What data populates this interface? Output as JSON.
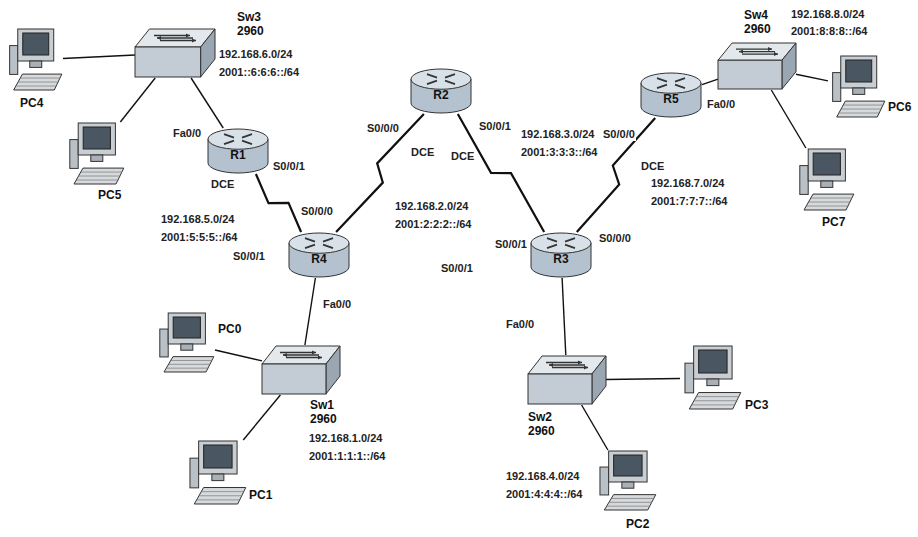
{
  "diagram": {
    "nodes": [
      {
        "text": [
          "Sw3 2960"
        ]
      },
      {
        "text": [
          "PC4"
        ]
      },
      {
        "text": [
          "R1"
        ]
      },
      {
        "text": [
          "PC5"
        ]
      },
      {
        "text": [
          "R2"
        ]
      },
      {
        "text": [
          "Sw4 2960"
        ]
      },
      {
        "text": [
          "PC6"
        ]
      },
      {
        "text": [
          "R5"
        ]
      },
      {
        "text": [
          "PC7"
        ]
      },
      {
        "text": [
          "R4"
        ]
      },
      {
        "text": [
          "R3"
        ]
      },
      {
        "text": [
          "PC0"
        ]
      },
      {
        "text": [
          "Sw1 2960"
        ]
      },
      {
        "text": [
          "PC3"
        ]
      },
      {
        "text": [
          "Sw2 2960"
        ]
      },
      {
        "text": [
          "PC1"
        ]
      },
      {
        "text": [
          "PC2"
        ]
      }
    ],
    "edges": [
      {
        "from": 1,
        "to": 0,
        "arrow": "none"
      },
      {
        "from": 3,
        "to": 0,
        "arrow": "none"
      },
      {
        "from": 0,
        "to": 2,
        "arrow": "none"
      },
      {
        "from": 2,
        "to": 9,
        "arrow": "none"
      },
      {
        "from": 9,
        "to": 4,
        "arrow": "none"
      },
      {
        "from": 4,
        "to": 10,
        "arrow": "none"
      },
      {
        "from": 10,
        "to": 7,
        "arrow": "none"
      },
      {
        "from": 7,
        "to": 5,
        "arrow": "none"
      },
      {
        "from": 5,
        "to": 6,
        "arrow": "none"
      },
      {
        "from": 5,
        "to": 8,
        "arrow": "none"
      },
      {
        "from": 9,
        "to": 12,
        "arrow": "none"
      },
      {
        "from": 12,
        "to": 11,
        "arrow": "none"
      },
      {
        "from": 12,
        "to": 15,
        "arrow": "none"
      },
      {
        "from": 10,
        "to": 14,
        "arrow": "none"
      },
      {
        "from": 14,
        "to": 13,
        "arrow": "none"
      },
      {
        "from": 14,
        "to": 16,
        "arrow": "none"
      }
    ],
    "labels": [
      "192.168.6.0/24",
      "2001::6:6:6::/64",
      "Fa0/0",
      "S0/0/1",
      "DCE",
      "192.168.5.0/24",
      "2001:5:5:5::/64",
      "S0/0/1",
      "S0/0/0",
      "S0/0/0",
      "DCE",
      "192.168.2.0/24",
      "2001:2:2:2::/64",
      "S0/0/1",
      "DCE",
      "192.168.3.0/24",
      "2001:3:3:3::/64",
      "S0/0/1",
      "S0/0/1",
      "S0/0/0",
      "S0/0/0",
      "DCE",
      "192.168.7.0/24",
      "2001:7:7:7::/64",
      "Fa0/0",
      "192.168.8.0/24",
      "2001:8:8:8::/64",
      "Fa0/0",
      "192.168.1.0/24",
      "2001:1:1:1::/64",
      "Fa0/0",
      "192.168.4.0/24",
      "2001:4:4:4::/64"
    ]
  }
}
